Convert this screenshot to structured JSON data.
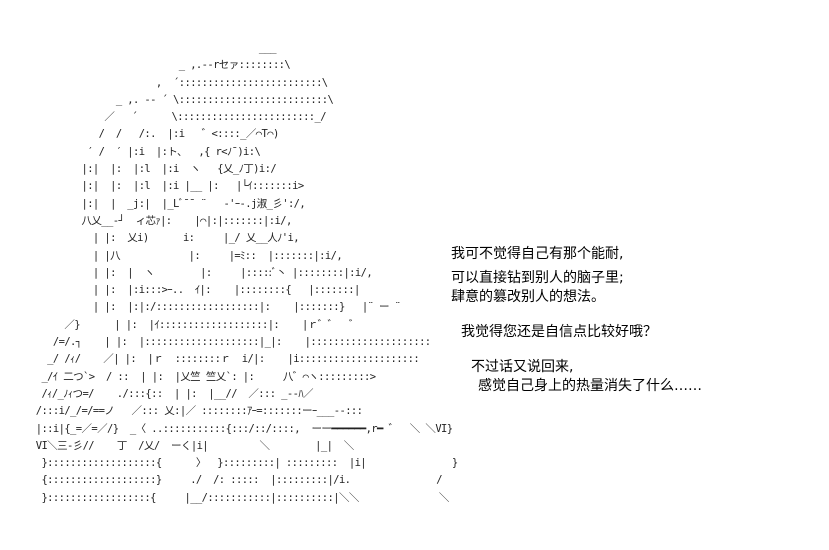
{
  "dialogue": {
    "line_1": "我可不觉得自己有那个能耐,",
    "line_2": "可以直接钻到别人的脑子里;",
    "line_3": "肆意的篡改别人的想法。",
    "line_4": "我觉得您还是自信点比较好哦？",
    "line_5": "不过话又说回来,",
    "line_6": "感觉自己身上的热量消失了什么……"
  },
  "art": {
    "text": "                                        ___\n                          _ ,.-‐rセァ::::::::\\\n                      ,  ´:::::::::::::::::::::::::\\\n               _ ,. -‐ ´ \\::::::::::::::::::::::::::\\\n             ／   ´      \\::::::::::::::::::::::::_/\n            /  /   /:.  |:i   ゛<::::_／⌒T⌒)\n          ′ /  ′ |:i  |:ト、  ,{ r<ﾉ¯)i:\\\n         |:|  |:  |:l  |:i  ヽ   {乂_ﾉ丁)i:/\n         |:|  |:  |:l  |:i |__ |:   |└ｲ:::::::i>\n         |:|  |  _j:|  |_Lﾞ¯¯ ¨   -'ｰ-.j淑_彡':/,\n         八乂__-┘  ィ芯ｧ|:    |⌒|:|:::::::|:i/,\n           | |:  乂i)      i:     |_/ 乂__人ﾉ'i,\n           | |八            |:     |=ﾐ::  |:::::::|:i/,\n           | |:  |  ヽ        |:     |:::::ﾞ丶 |::::::::|:i/,\n           | |:  |:i:::>ｰ..  ｲ|:    |::::::::{   |:::::::|\n           | |:  |:|:/::::::::::::::::::|:    |:::::::}   |¨ ー ¨\n      ／}      | |:  |ｲ:::::::::::::::::::|:    |ｒ゛゛  ゛\n    /=/.┐    | |:  |::::::::::::::::::::|_|:    |:::::::::::::::::::::\n   _/ /ｨ/    ／| |:  |ｒ  ::::::::ｒ  i/|:    |i:::::::::::::::::::::\n  _/ｲ 二つ`>  / ::  | |:  |乂竺 竺乂`: |:     八゛⌒ヽ:::::::::>\n  /ｨ/_ﾉｨつ=/    ./:::{::  | |:  |__//  ／::: _--ﾊ／\n /:::i/_/=/==ノ   ／::: 乂:|／ ::::::::ｱｰ=:::::::ーｰ___--:::\n |::i|{_=／=／/}  _〈 ..:::::::::::{:::/::/::::,  ーー━━━━━━,r━ ゛  ＼ ＼VI}\n VI＼三-彡//    丁  /乂/  ーく|i|         ＼        |_|  ＼\n  }:::::::::::::::::::{      〉  }:::::::::| :::::::::  |i|               }\n  {:::::::::::::::::::}     ./  /: :::::  |:::::::::|/i.               /\n  }::::::::::::::::::{     |__/:::::::::::|::::::::::|＼＼              ＼"
  }
}
